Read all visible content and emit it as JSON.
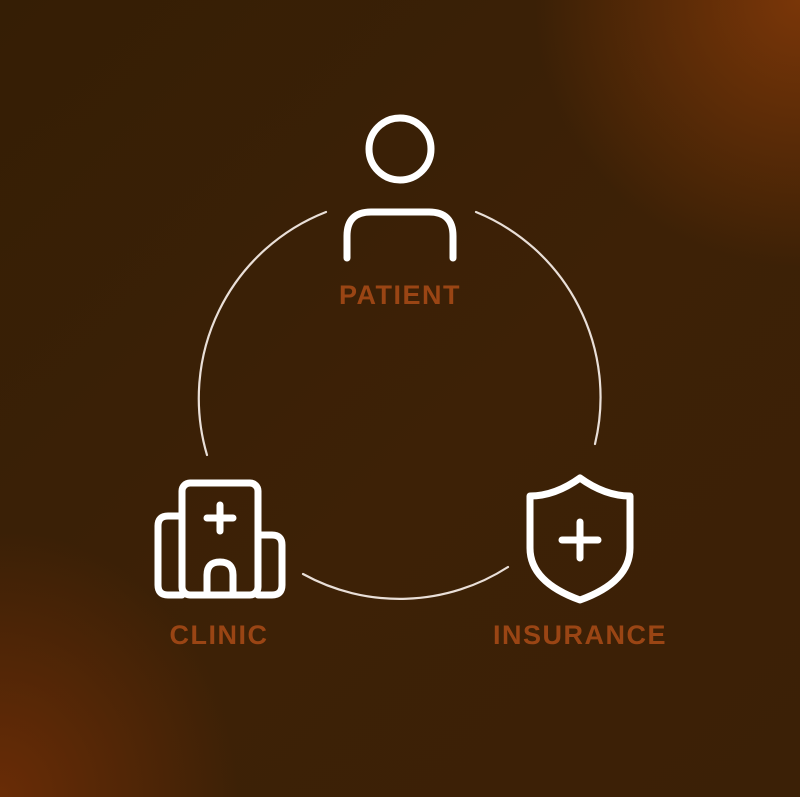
{
  "colors": {
    "icon_stroke": "#ffffff",
    "ring_stroke": "#e9dfd8",
    "label_color": "#9a4514",
    "background_main": "#3b2106",
    "background_corner": "#6e3008"
  },
  "nodes": [
    {
      "id": "patient",
      "label": "PATIENT",
      "icon": "person-icon"
    },
    {
      "id": "clinic",
      "label": "CLINIC",
      "icon": "hospital-building-icon"
    },
    {
      "id": "insurance",
      "label": "INSURANCE",
      "icon": "shield-plus-icon"
    }
  ]
}
